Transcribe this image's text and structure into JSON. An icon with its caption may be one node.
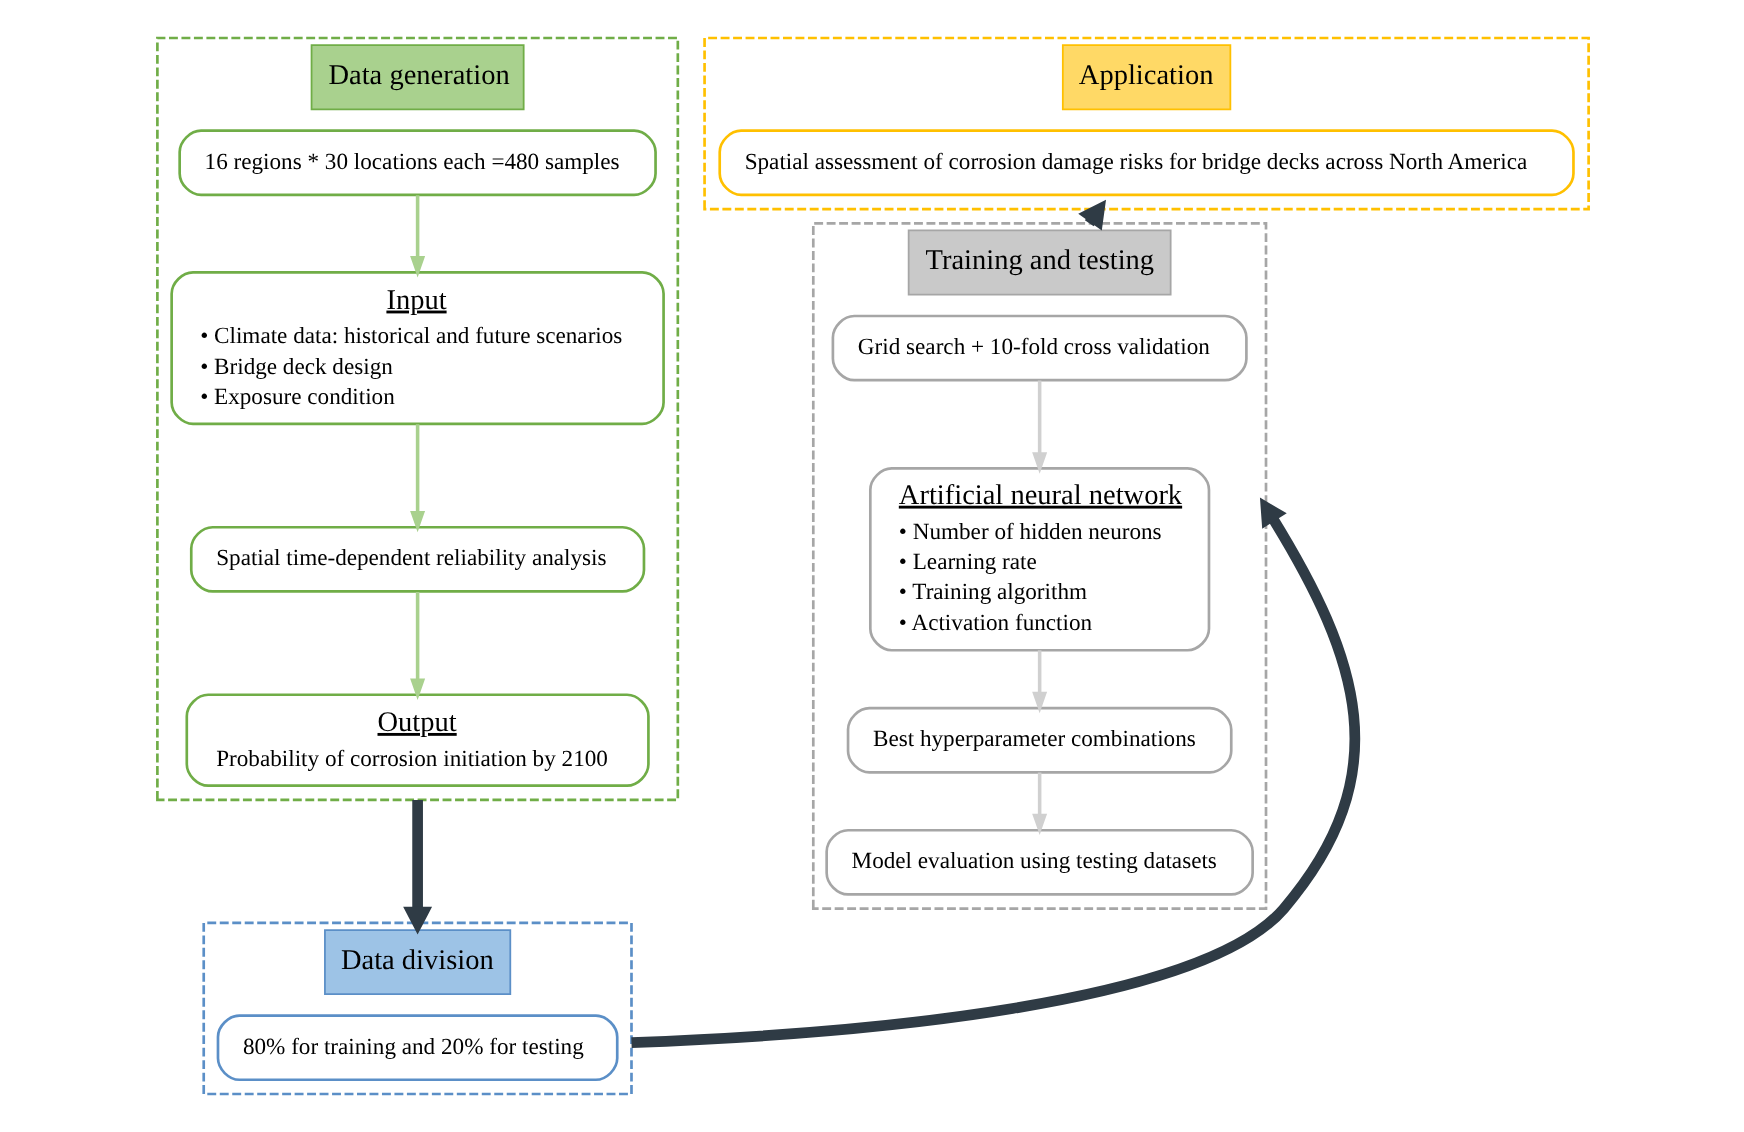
{
  "diagram": {
    "nodes": [
      {
        "text": [
          "Data generation"
        ]
      },
      {
        "text": [
          "16 regions * 30 locations each =480 samples"
        ],
        "in": 0
      },
      {
        "text": [
          "Input",
          "• Climate data: historical and future scenarios",
          "• Bridge deck design",
          "• Exposure condition"
        ],
        "in": 0
      },
      {
        "text": [
          "Spatial time-dependent reliability analysis"
        ],
        "in": 0
      },
      {
        "text": [
          "Output",
          "Probability of corrosion initiation by 2100"
        ],
        "in": 0
      },
      {
        "text": [
          "Data division"
        ]
      },
      {
        "text": [
          "80% for training and 20% for testing"
        ],
        "in": 5
      },
      {
        "text": [
          "Application"
        ]
      },
      {
        "text": [
          "Spatial assessment of corrosion damage risks for bridge decks across North America"
        ],
        "in": 7
      },
      {
        "text": [
          "Training and testing"
        ]
      },
      {
        "text": [
          "Grid search + 10-fold cross validation"
        ],
        "in": 9
      },
      {
        "text": [
          "Artificial neural network",
          "• Number of hidden neurons",
          "• Learning rate",
          "• Training algorithm",
          "• Activation function"
        ],
        "in": 9
      },
      {
        "text": [
          "Best hyperparameter combinations"
        ],
        "in": 9
      },
      {
        "text": [
          "Model evaluation using testing datasets"
        ],
        "in": 9
      }
    ],
    "edges": [
      {
        "from": 1,
        "to": 2,
        "arrow": "to",
        "color": "#a9d18e"
      },
      {
        "from": 2,
        "to": 3,
        "arrow": "to",
        "color": "#a9d18e"
      },
      {
        "from": 3,
        "to": 4,
        "arrow": "to",
        "color": "#a9d18e"
      },
      {
        "from": 0,
        "to": 5,
        "arrow": "to",
        "style": "thick",
        "color": "#2f3b45"
      },
      {
        "from": 5,
        "to": 9,
        "arrow": "to",
        "style": "thick",
        "color": "#2f3b45"
      },
      {
        "from": 9,
        "to": 7,
        "arrow": "to",
        "style": "thick",
        "color": "#2f3b45"
      },
      {
        "from": 10,
        "to": 11,
        "arrow": "to",
        "color": "#d0d0d0"
      },
      {
        "from": 11,
        "to": 12,
        "arrow": "to",
        "color": "#d0d0d0"
      },
      {
        "from": 12,
        "to": 13,
        "arrow": "to",
        "color": "#d0d0d0"
      }
    ]
  }
}
